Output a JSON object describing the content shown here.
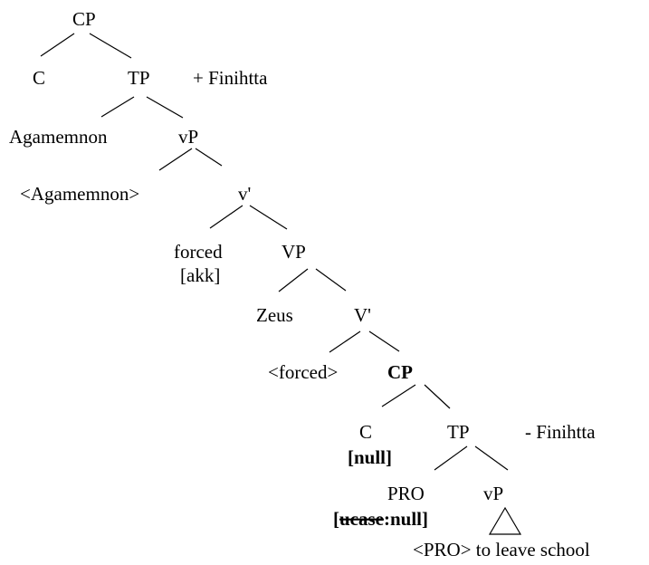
{
  "tree": {
    "root_cp": "CP",
    "c1": "C",
    "tp1": "TP",
    "finite_plus": "+ Finihtta",
    "agamemnon": "Agamemnon",
    "vp1": "vP",
    "agamemnon_trace": "<Agamemnon>",
    "vbar_small": "v'",
    "forced": "forced",
    "akk": "[akk]",
    "vp_big": "VP",
    "zeus": "Zeus",
    "vbar_big": "V'",
    "forced_trace": "<forced>",
    "cp_embedded": "CP",
    "c2": "C",
    "null_c": "[null]",
    "tp2": "TP",
    "finite_minus": "- Finihtta",
    "pro": "PRO",
    "case_open": "[",
    "ucase": "ucase",
    "case_rest": ":null]",
    "vp2": "vP",
    "pro_leave": "<PRO> to leave school"
  }
}
